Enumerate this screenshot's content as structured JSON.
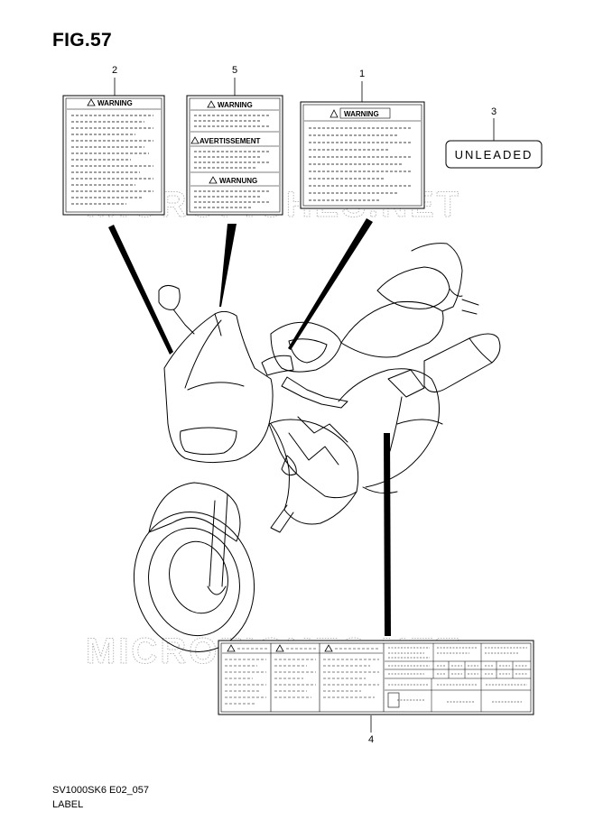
{
  "figure": {
    "title": "FIG.57",
    "code": "SV1000SK6 E02_057",
    "caption": "LABEL"
  },
  "watermark": {
    "text": "MICROFICHES.NET"
  },
  "callouts": [
    "1",
    "2",
    "3",
    "4",
    "5"
  ],
  "labels": {
    "label_1": {
      "heading": "WARNING"
    },
    "label_2": {
      "heading": "WARNING"
    },
    "label_3": {
      "text": "UNLEADED"
    },
    "label_5": {
      "heading_1": "WARNING",
      "heading_2": "AVERTISSEMENT",
      "heading_3": "WARNUNG"
    }
  }
}
